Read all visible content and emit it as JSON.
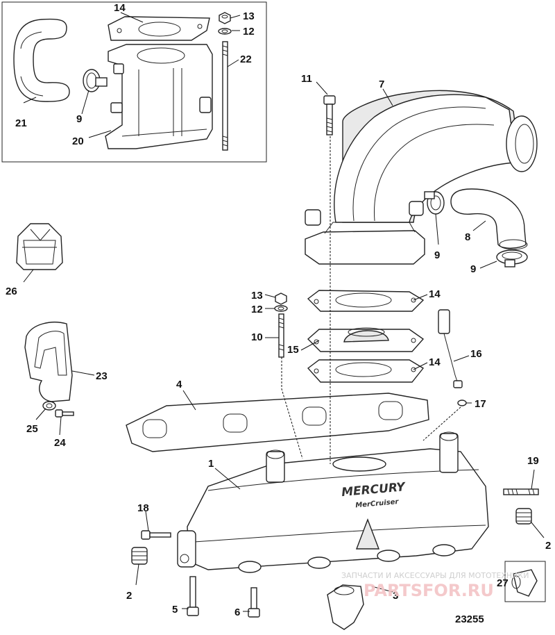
{
  "callouts": {
    "c1": "1",
    "c2a": "2",
    "c2b": "2",
    "c3": "3",
    "c4": "4",
    "c5": "5",
    "c6": "6",
    "c7": "7",
    "c8": "8",
    "c9a": "9",
    "c9b": "9",
    "c9c": "9",
    "c10": "10",
    "c11": "11",
    "c12a": "12",
    "c12b": "12",
    "c13a": "13",
    "c13b": "13",
    "c14a": "14",
    "c14b": "14",
    "c14c": "14",
    "c15": "15",
    "c16": "16",
    "c17": "17",
    "c18": "18",
    "c19": "19",
    "c20": "20",
    "c21": "21",
    "c22": "22",
    "c23": "23",
    "c24": "24",
    "c25": "25",
    "c26": "26",
    "c27": "27"
  },
  "manifold_brand": "MERCURY",
  "manifold_subbrand": "MerCruiser",
  "figure_number": "23255",
  "watermark": {
    "text": "ЗАПЧАСТИ И АКСЕССУАРЫ ДЛЯ МОТОТЕХНИКИ",
    "logo": "PARTSFOR.RU"
  }
}
